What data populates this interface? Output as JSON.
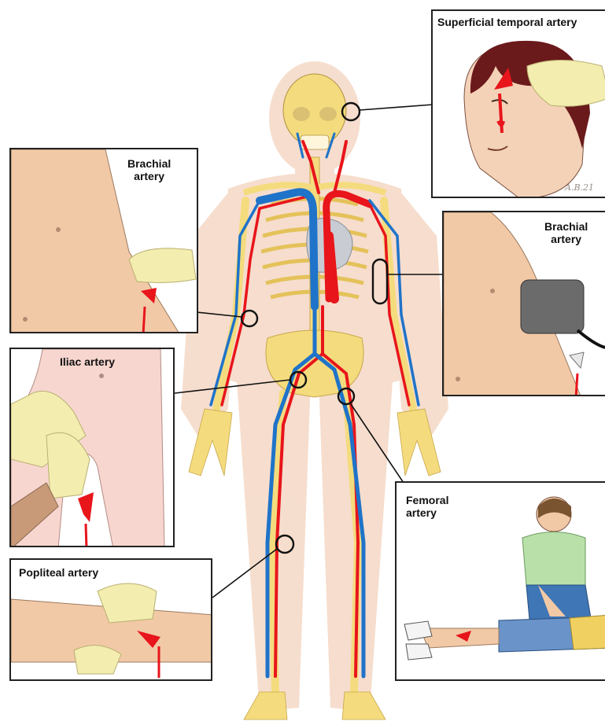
{
  "labels": {
    "superficial_temporal": "Superficial temporal artery",
    "brachial_left": "Brachial\nartery",
    "brachial_right": "Brachial\nartery",
    "iliac": "Iliac artery",
    "femoral": "Femoral\nartery",
    "popliteal": "Popliteal artery"
  },
  "signature": "A.B.21",
  "colors": {
    "artery": "#e8151b",
    "vein": "#1f73c9",
    "bone": "#f4dc7e",
    "skin": "#f4d2b8",
    "body_glow": "#f6dccb",
    "glove": "#f3edb0",
    "cuff": "#6b6b6b",
    "heart": "#c9ccd3"
  },
  "icons": {
    "body": "human-circulatory-skeleton",
    "temple": "head-pressure",
    "arm": "arm-pressure",
    "cuff": "blood-pressure-cuff",
    "groin": "groin-pressure",
    "knee": "knee-pressure",
    "rescuer": "rescuer-kneeling"
  }
}
